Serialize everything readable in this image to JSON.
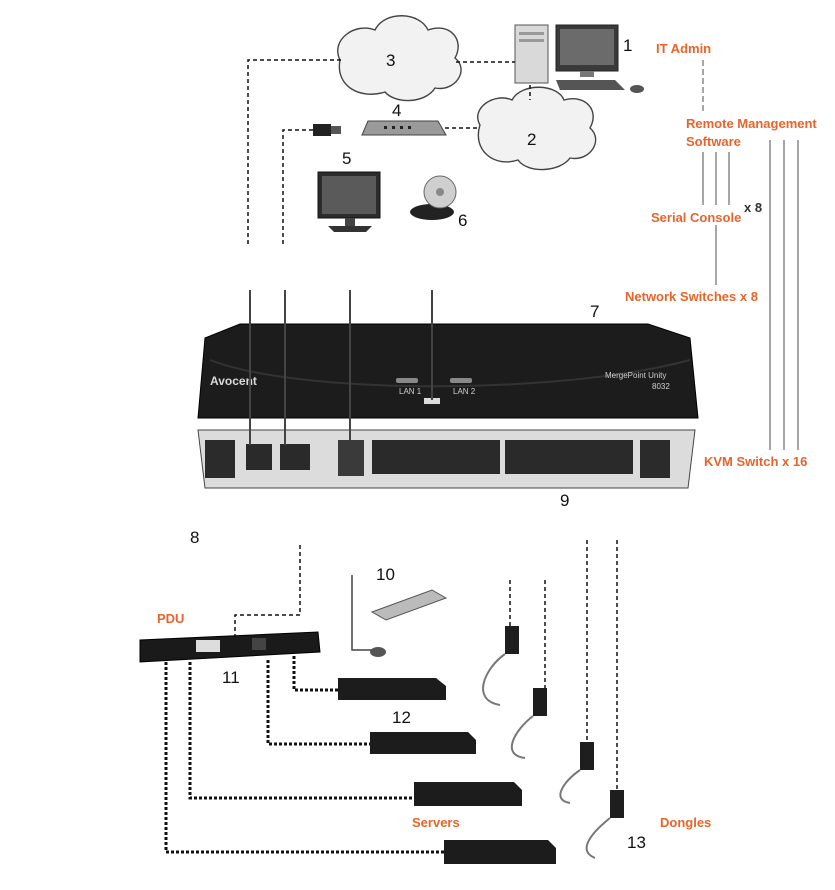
{
  "callouts": {
    "n1": "1",
    "n2": "2",
    "n3": "3",
    "n4": "4",
    "n5": "5",
    "n6": "6",
    "n7": "7",
    "n8": "8",
    "n9": "9",
    "n10": "10",
    "n11": "11",
    "n12": "12",
    "n13": "13"
  },
  "labels": {
    "it_admin": "IT Admin",
    "remote_mgmt_line1": "Remote Management",
    "remote_mgmt_line2": "Software",
    "serial_console": "Serial Console",
    "x8": "x 8",
    "network_switches": "Network Switches x 8",
    "kvm_switch": "KVM Switch x 16",
    "pdu": "PDU",
    "servers": "Servers",
    "dongles": "Dongles"
  },
  "device": {
    "brand": "Avocent",
    "model_line1": "MergePoint Unity",
    "model_line2": "8032",
    "lan1": "LAN 1",
    "lan2": "LAN 2"
  },
  "colors": {
    "accent": "#e8642a",
    "device_body": "#1c1c1c",
    "port_panel": "#2a2a2a"
  }
}
